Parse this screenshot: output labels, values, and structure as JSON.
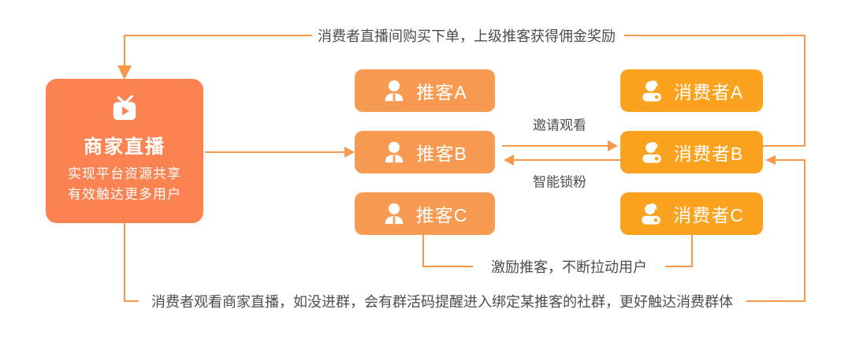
{
  "colors": {
    "coral": "#FB8351",
    "promoter": "#F79B52",
    "consumer": "#FBA31E",
    "line": "#F8984C",
    "note": "#4D4D4D"
  },
  "main_box": {
    "icon": "live-tv-icon",
    "title": "商家直播",
    "subtitle_line1": "实现平台资源共享",
    "subtitle_line2": "有效触达更多用户"
  },
  "promoters": [
    {
      "label": "推客A"
    },
    {
      "label": "推客B"
    },
    {
      "label": "推客C"
    }
  ],
  "consumers": [
    {
      "label": "消费者A"
    },
    {
      "label": "消费者B"
    },
    {
      "label": "消费者C"
    }
  ],
  "annotations": {
    "top_note": "消费者直播间购买下单，上级推客获得佣金奖励",
    "invite_label": "邀请观看",
    "lock_label": "智能锁粉",
    "incentive_note": "激励推客，不断拉动用户",
    "bottom_note": "消费者观看商家直播，如没进群，会有群活码提醒进入绑定某推客的社群，更好触达消费群体"
  }
}
